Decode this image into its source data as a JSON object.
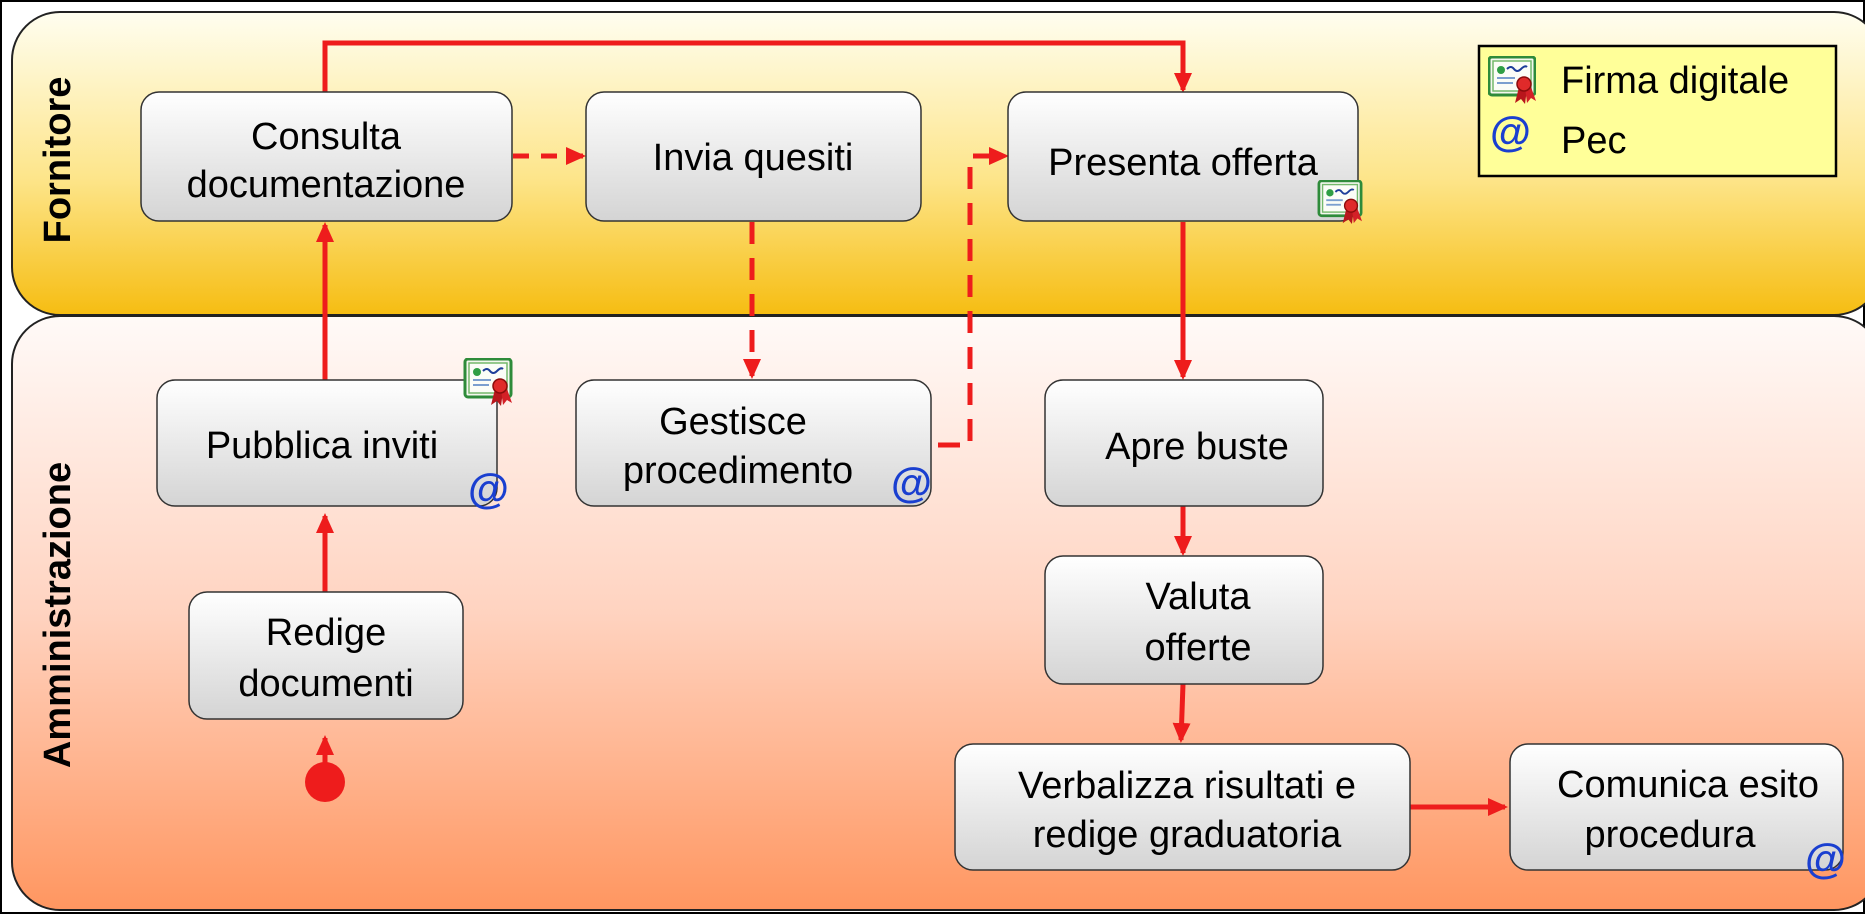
{
  "lanes": {
    "fornitore": "Fornitore",
    "amministrazione": "Amministrazione"
  },
  "legend": {
    "firma_label": "Firma digitale",
    "pec_symbol": "@",
    "pec_label": "Pec",
    "firma_icon": "certificate-icon"
  },
  "nodes": {
    "consulta": [
      "Consulta",
      "documentazione"
    ],
    "invia": [
      "Invia quesiti"
    ],
    "presenta": [
      "Presenta offerta"
    ],
    "pubblica": [
      "Pubblica inviti"
    ],
    "gestisce": [
      "Gestisce",
      "procedimento"
    ],
    "apre": [
      "Apre buste"
    ],
    "redige": [
      "Redige",
      "documenti"
    ],
    "valuta": [
      "Valuta",
      "offerte"
    ],
    "verbalizza": [
      "Verbalizza risultati e",
      "redige graduatoria"
    ],
    "comunica": [
      "Comunica esito",
      "procedura"
    ]
  },
  "pec_symbol": "@",
  "colors": {
    "arrow": "#ee1c1c",
    "at_blue": "#1a3fd0",
    "legend_bg": "#ffff99",
    "fornitore_top": "#fffde8",
    "fornitore_bottom": "#f7c31c",
    "amministrazione_top": "#fff6f3",
    "amministrazione_bottom": "#ff9a62"
  }
}
